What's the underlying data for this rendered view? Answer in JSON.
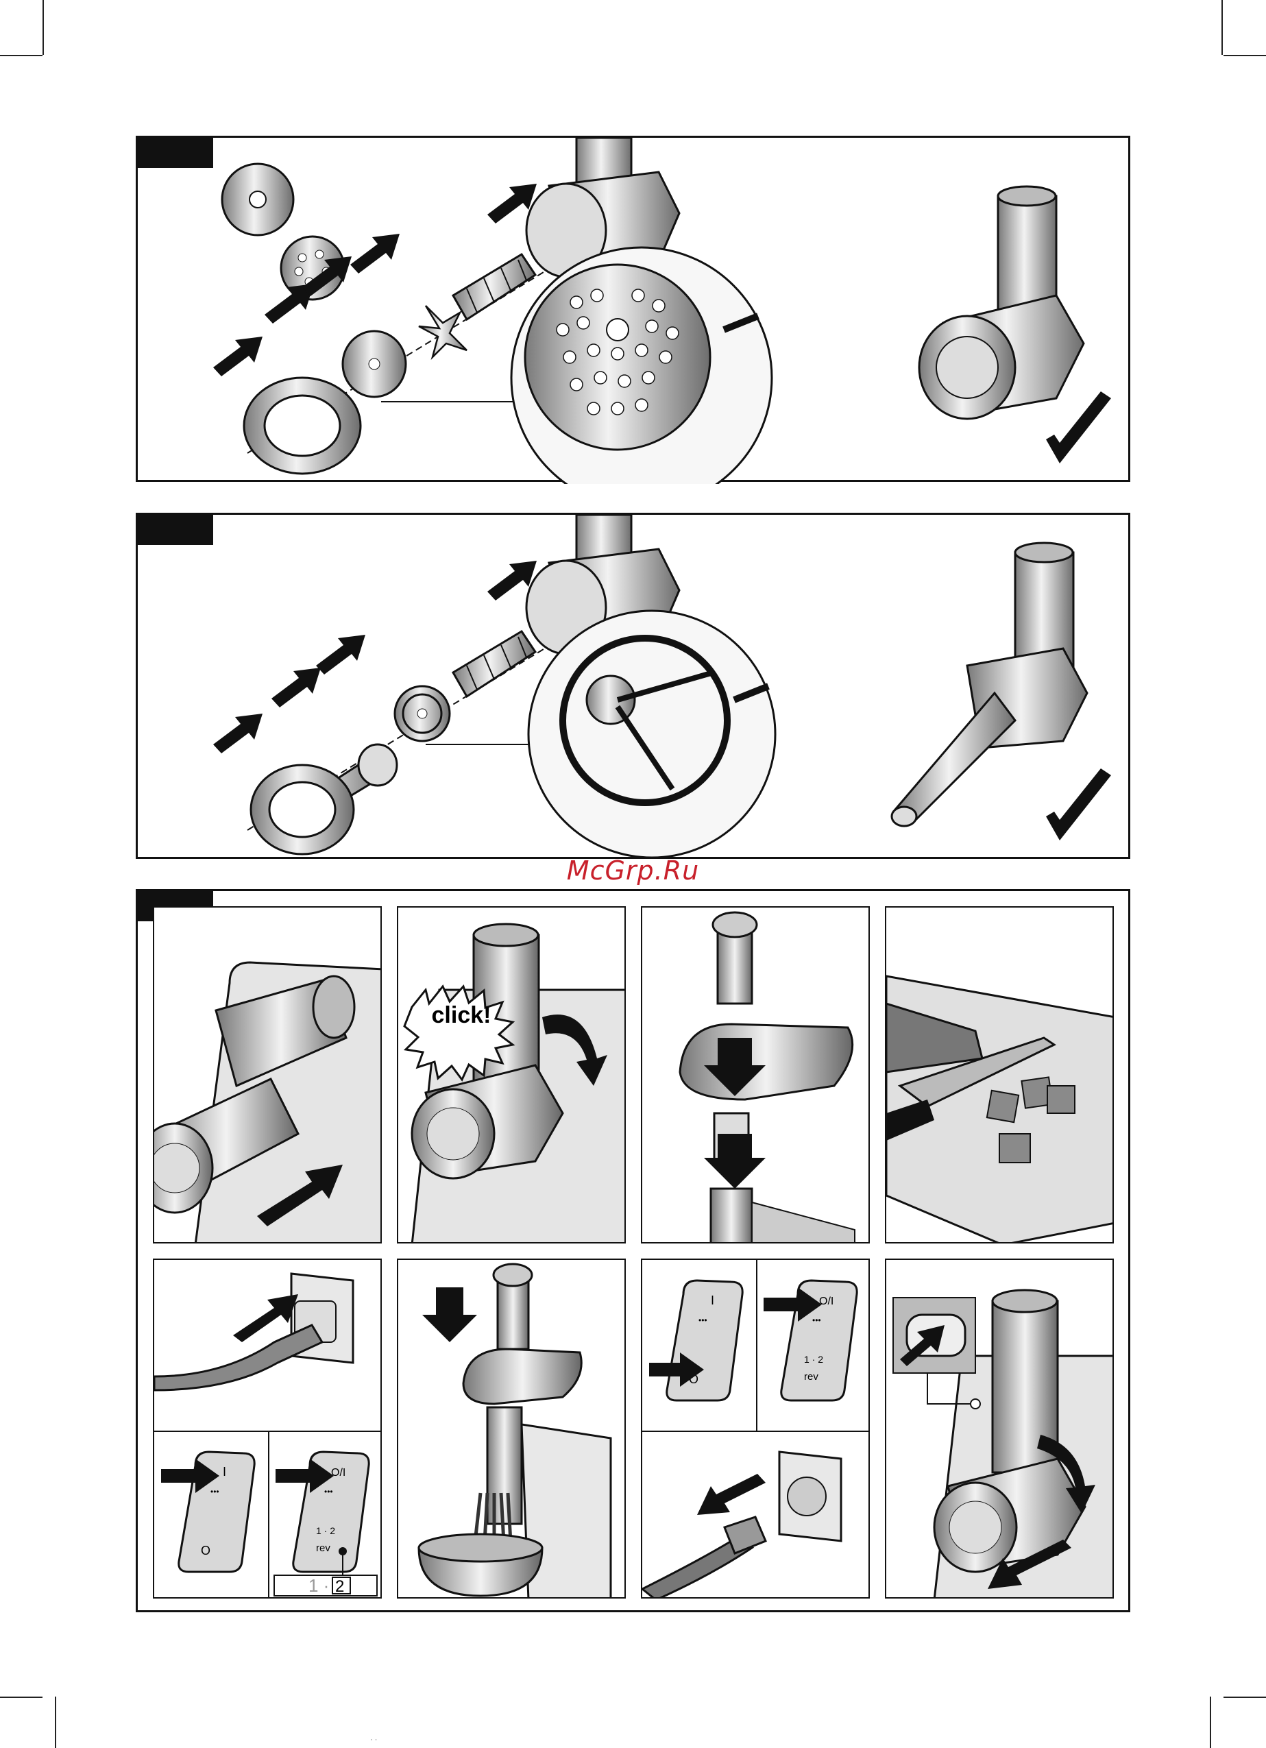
{
  "watermark": "McGrp.Ru",
  "footer_code": "· ·",
  "step3": {
    "click_label": "click!",
    "switch_mark_on": "I",
    "switch_mark_onoff": "O/I",
    "switch_mark_off": "O",
    "switch_dots": "•••",
    "switch_speed": "1 · 2",
    "switch_rev": "rev",
    "speed_box_1": "1 ·",
    "speed_box_2": "2"
  },
  "colors": {
    "metal": "#c9c9c9",
    "ink": "#111111",
    "accent": "#c8202b"
  }
}
